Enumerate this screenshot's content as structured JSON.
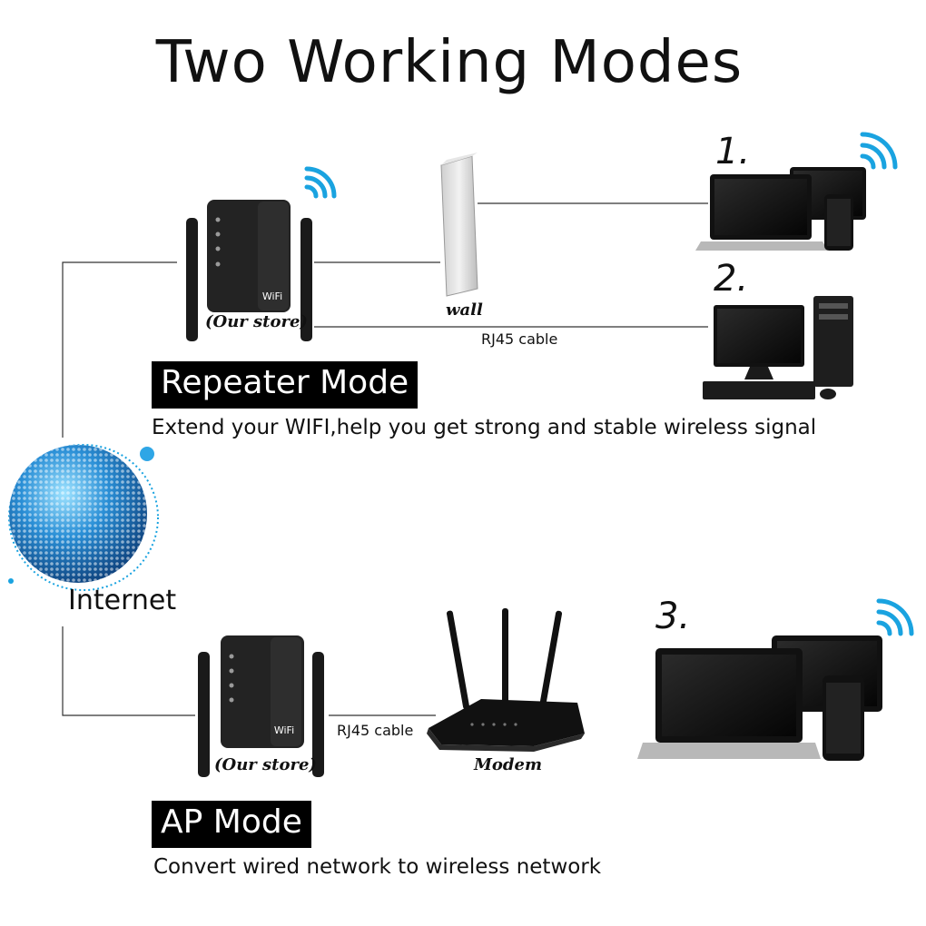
{
  "title": "Two Working Modes",
  "internet_label": "Internet",
  "repeater": {
    "mode_label": "Repeater Mode",
    "description": "Extend your WIFI,help you get strong and stable wireless signal",
    "device_label": "(Our store)",
    "wall_label": "wall",
    "cable_label": "RJ45 cable",
    "option_1": "1.",
    "option_2": "2."
  },
  "ap": {
    "mode_label": "AP Mode",
    "description": "Convert wired network to wireless network",
    "device_label": "(Our store)",
    "cable_label": "RJ45 cable",
    "modem_label": "Modem",
    "option_3": "3."
  },
  "icons": {
    "wifi_signal_color": "#1aa3e0",
    "globe_color": "#1b6fb8"
  }
}
